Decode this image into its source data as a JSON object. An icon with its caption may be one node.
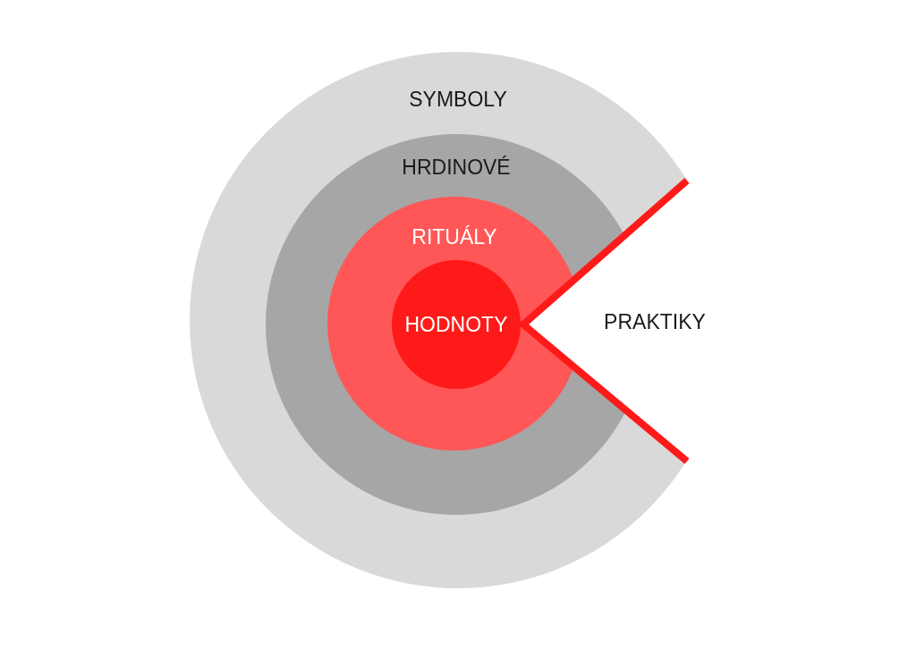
{
  "diagram": {
    "nodes": [
      {
        "text": [
          "SYMBOLY"
        ]
      },
      {
        "text": [
          "HRDINOVÉ"
        ],
        "in": 0
      },
      {
        "text": [
          "RITUÁLY"
        ],
        "in": 1
      },
      {
        "text": [
          "HODNOTY"
        ],
        "in": 2
      }
    ],
    "labels": [
      "PRAKTIKY"
    ]
  }
}
